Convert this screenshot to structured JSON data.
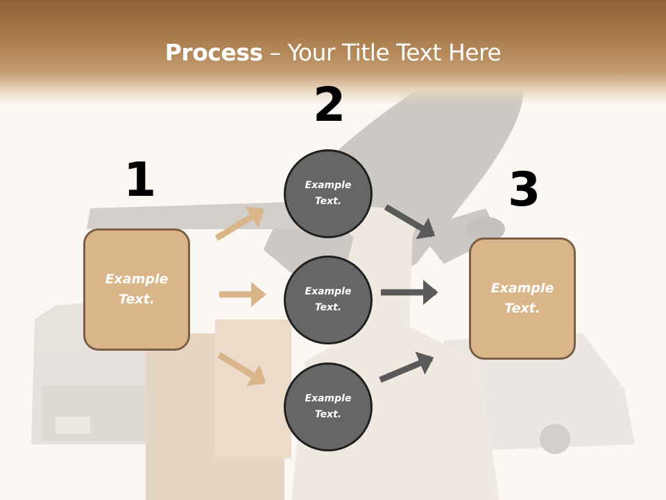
{
  "title": {
    "bold": "Process",
    "rest": " – Your Title Text Here"
  },
  "steps": {
    "one": "1",
    "two": "2",
    "three": "3"
  },
  "left_box": {
    "text": "Example\nText."
  },
  "right_box": {
    "text": "Example\nText."
  },
  "circles": [
    {
      "text": "Example\nText."
    },
    {
      "text": "Example\nText."
    },
    {
      "text": "Example\nText."
    }
  ],
  "colors": {
    "box_fill": "#d9b589",
    "circle_fill": "#666666",
    "tan_arrow": "#d9b589",
    "gray_arrow": "#5a5a5a",
    "header": "#a87b4a"
  }
}
